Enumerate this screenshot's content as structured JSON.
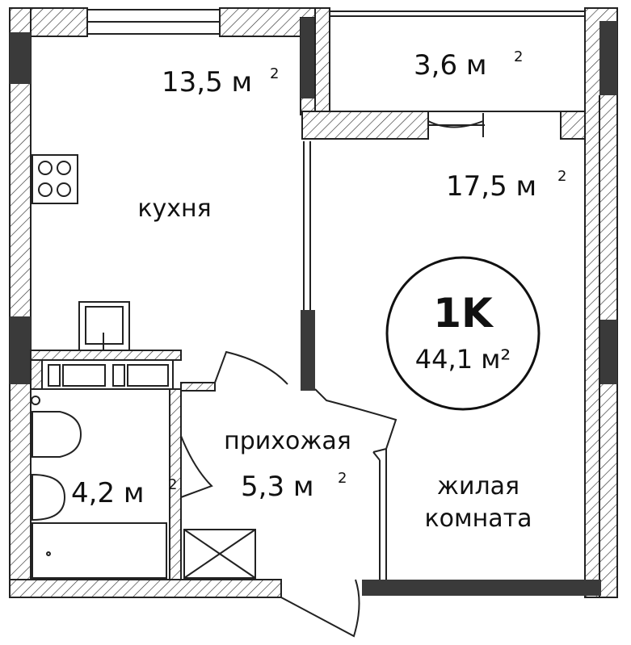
{
  "plan": {
    "badge": {
      "type": "1K",
      "total_area": "44,1 м²"
    },
    "rooms": {
      "kitchen": {
        "area": "13,5 м",
        "sup": "2",
        "name": "кухня"
      },
      "balcony": {
        "area": "3,6 м",
        "sup": "2"
      },
      "living": {
        "area": "17,5 м",
        "sup": "2",
        "name_line1": "жилая",
        "name_line2": "комната"
      },
      "hall": {
        "area": "5,3 м",
        "sup": "2",
        "name": "прихожая"
      },
      "bathroom": {
        "area": "4,2 м",
        "sup": "2"
      }
    }
  }
}
